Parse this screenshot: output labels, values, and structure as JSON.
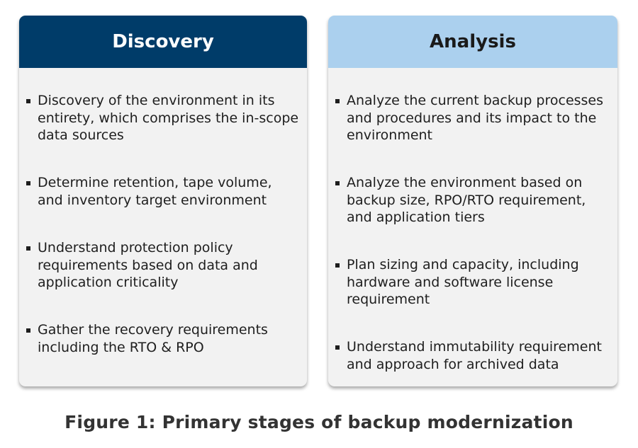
{
  "discovery": {
    "title": "Discovery",
    "items": [
      "Discovery of the environment in its entirety, which comprises the in-scope data sources",
      "Determine retention, tape volume, and inventory target environment",
      "Understand protection policy requirements based on data and application criticality",
      "Gather the recovery requirements including the RTO & RPO"
    ]
  },
  "analysis": {
    "title": "Analysis",
    "items": [
      "Analyze the current backup processes and procedures and its impact to the environment",
      "Analyze the environment based on backup size, RPO/RTO requirement, and application tiers",
      "Plan sizing and capacity, including hardware and software license requirement",
      "Understand immutability requirement and approach for archived data"
    ]
  },
  "caption": "Figure 1: Primary stages of backup modernization",
  "colors": {
    "discovery_header": "#003c69",
    "analysis_header": "#abd0ee",
    "card_background": "#f2f2f2"
  }
}
